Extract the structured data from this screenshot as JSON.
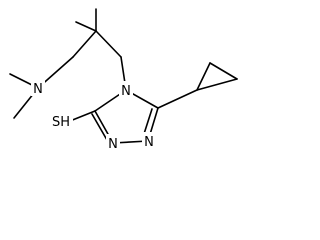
{
  "molecule": {
    "atoms": {
      "n_amine": "N",
      "n4": "N",
      "n1": "N",
      "n2": "N",
      "sh": "SH"
    }
  }
}
